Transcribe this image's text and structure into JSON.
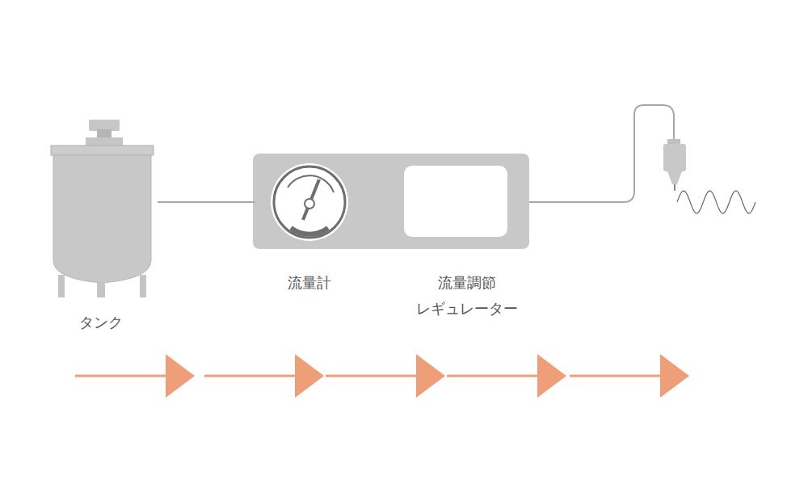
{
  "diagram": {
    "nodes": [
      {
        "text": [
          "タンク"
        ]
      },
      {
        "text": [
          "流量計"
        ]
      },
      {
        "text": [
          "流量調節 レギュレーター"
        ]
      }
    ],
    "edges": [
      {
        "from": 0,
        "to": 1,
        "arrow": "none"
      }
    ]
  }
}
